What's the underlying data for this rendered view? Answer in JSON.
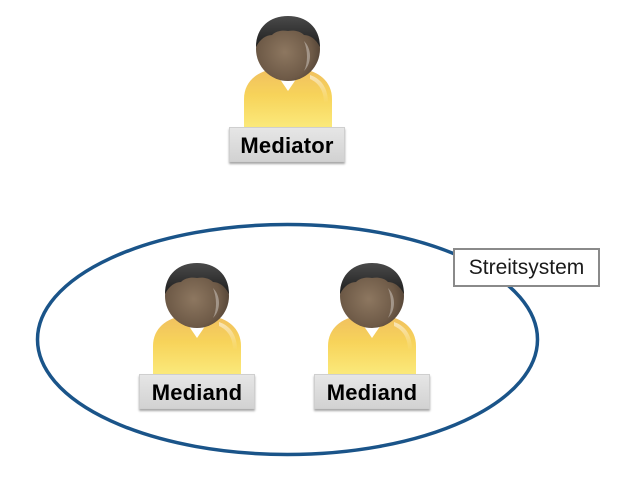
{
  "diagram": {
    "mediator": {
      "label": "Mediator",
      "icon": "person-icon"
    },
    "system": {
      "label": "Streitsystem",
      "shape": "ellipse",
      "stroke_color": "#1a5489",
      "members": [
        {
          "label": "Mediand",
          "icon": "person-icon"
        },
        {
          "label": "Mediand",
          "icon": "person-icon"
        }
      ]
    },
    "colors": {
      "ellipse_stroke": "#1a5489",
      "label_background": "#dcdcdc",
      "system_label_border": "#8a8a8a",
      "person_body": "#f2c94c",
      "person_head": "#7a6550",
      "person_hair": "#2b2b2b"
    }
  }
}
